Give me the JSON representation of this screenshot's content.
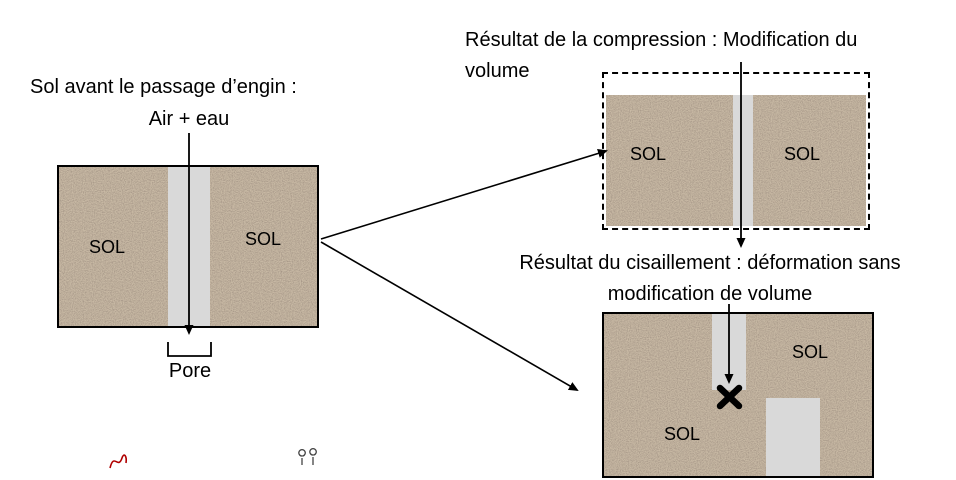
{
  "colors": {
    "soil_base": "#c9baa5",
    "soil_speckle": "#5c4a3b",
    "pore_gray": "#d9d9d9",
    "ink": "#000000"
  },
  "labels": {
    "before_title": "Sol avant le passage d’engin :",
    "air_water": "Air + eau",
    "pore": "Pore",
    "compression_heading": "Résultat de la compression : Modification du\nvolume",
    "shear_heading": "Résultat du cisaillement : déformation sans\nmodification de volume"
  },
  "before_diagram": {
    "sol_left": "SOL",
    "sol_right": "SOL"
  },
  "compression_diagram": {
    "sol_left": "SOL",
    "sol_right": "SOL"
  },
  "shear_diagram": {
    "sol_upper_right": "SOL",
    "sol_lower_left": "SOL"
  },
  "symbols": {
    "flow_arrow": "↓",
    "shear_cross": "✕"
  }
}
